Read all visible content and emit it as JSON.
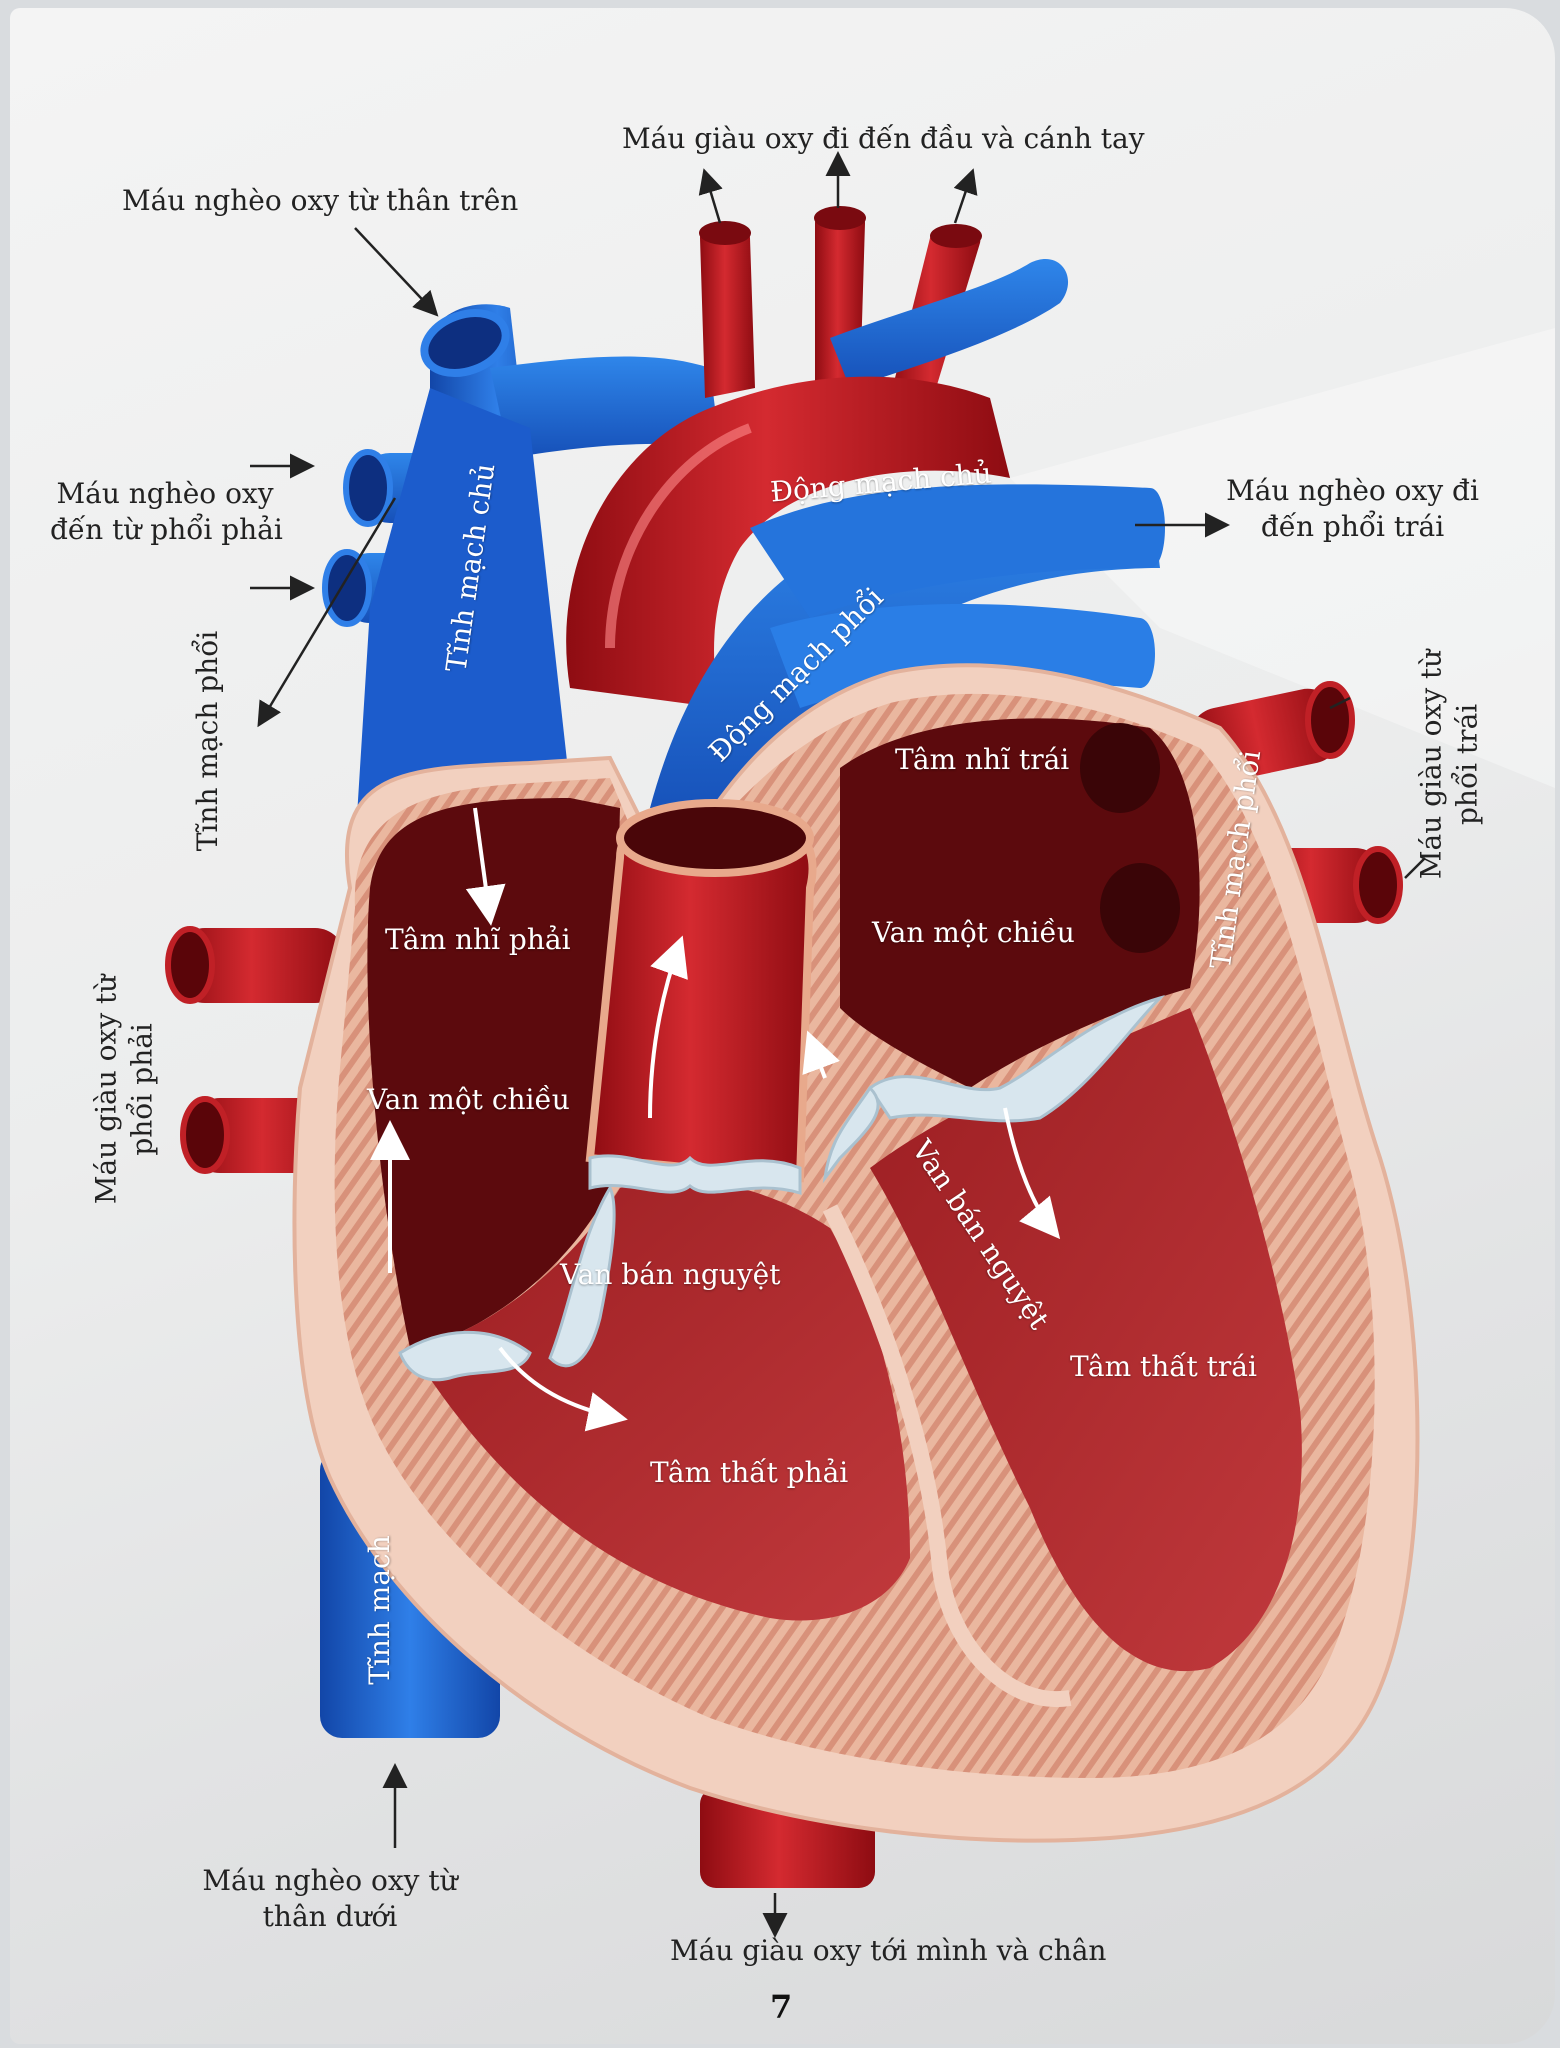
{
  "colors": {
    "oxygen_rich": "#b3141c",
    "oxygen_poor": "#1a62d1",
    "chamber_dark": "#5e0a0c",
    "wall": "#f0c8b4",
    "valve": "#d8e6ee",
    "page_background": "#eeeeee"
  },
  "labels": {
    "to_head_arms": "Máu giàu oxy đi đến đầu và cánh tay",
    "from_upper_body_poor": "Máu nghèo oxy từ thân trên",
    "from_right_lung_poor_1": "Máu nghèo oxy",
    "from_right_lung_poor_2": "đến từ phổi phải",
    "to_left_lung_poor_1": "Máu nghèo oxy  đi",
    "to_left_lung_poor_2": "đến phổi trái",
    "from_left_lung_rich_1": "Máu giàu oxy từ",
    "from_left_lung_rich_2": "phổi trái",
    "from_right_lung_rich_1": "Máu giàu oxy từ",
    "from_right_lung_rich_2": "phổi phải",
    "pulmonary_vein_left": "Tĩnh mạch phổi",
    "from_lower_body_poor_1": "Máu nghèo oxy từ",
    "from_lower_body_poor_2": "thân dưới",
    "to_body_legs_rich": "Máu giàu oxy tới mình và chân"
  },
  "inner_labels": {
    "aorta": "Động mạch chủ",
    "superior_vena_cava": "Tĩnh mạch chủ",
    "pulmonary_artery": "Động mạch phổi",
    "left_atrium": "Tâm nhĩ trái",
    "right_atrium": "Tâm nhĩ phải",
    "valve_left": "Van một chiều",
    "valve_right": "Van một chiều",
    "pulmonary_vein_right": "Tĩnh mạch phổi",
    "semilunar_valve_right": "Van bán nguyệt",
    "semilunar_valve_left": "Van bán nguyệt",
    "left_ventricle": "Tâm thất trái",
    "right_ventricle": "Tâm thất phải",
    "inferior_vena_cava": "Tĩnh mạch"
  },
  "page_number": "7"
}
